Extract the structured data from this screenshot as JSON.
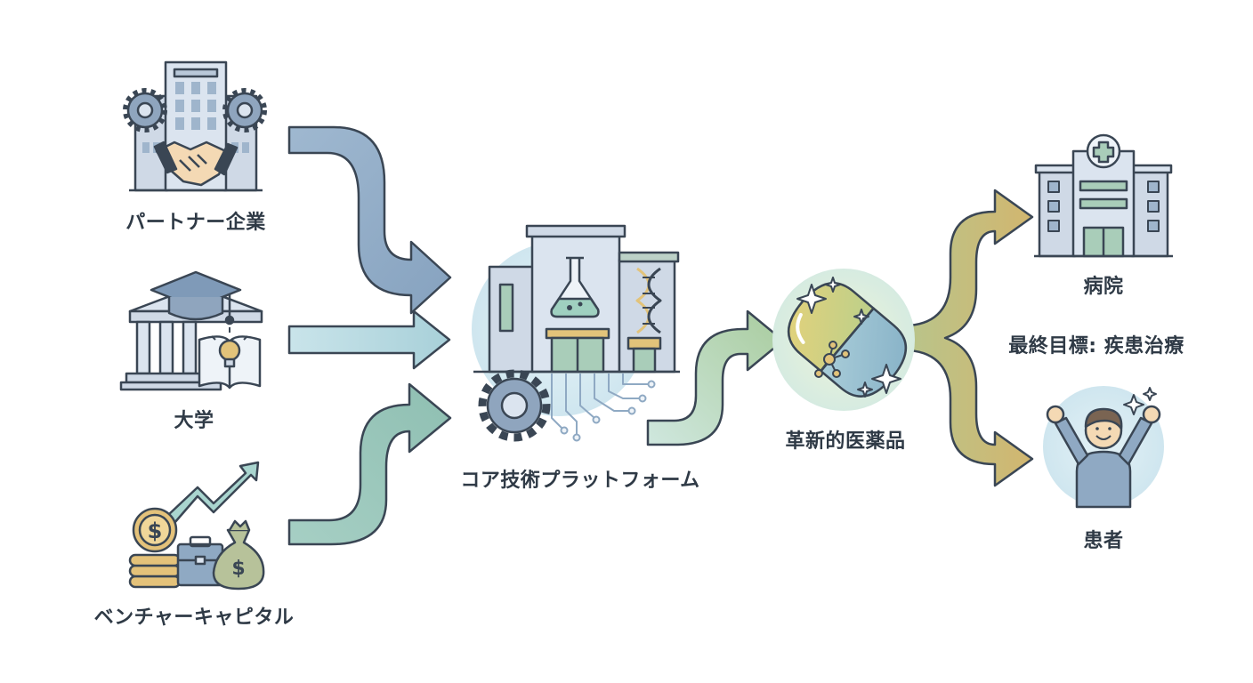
{
  "nodes": {
    "partner": {
      "label": "パートナー企業",
      "icon": "office-building-handshake-icon"
    },
    "university": {
      "label": "大学",
      "icon": "university-graduation-cap-icon"
    },
    "venture": {
      "label": "ベンチャーキャピタル",
      "icon": "money-growth-icon"
    },
    "platform": {
      "label": "コア技術プラットフォーム",
      "icon": "research-lab-building-icon"
    },
    "medicine": {
      "label": "革新的医薬品",
      "icon": "capsule-icon"
    },
    "hospital": {
      "label": "病院",
      "icon": "hospital-icon"
    },
    "patient": {
      "label": "患者",
      "icon": "happy-patient-icon"
    }
  },
  "goal": {
    "label": "最終目標: 疾患治療"
  },
  "colors": {
    "outline": "#3a4654",
    "arrow_blue": "#8fa9c3",
    "arrow_light": "#b7d8df",
    "arrow_green": "#9cc8b9",
    "arrow_gold": "#c5b97a",
    "building": "#cfd9e6",
    "accent_yellow": "#e2c37a"
  }
}
